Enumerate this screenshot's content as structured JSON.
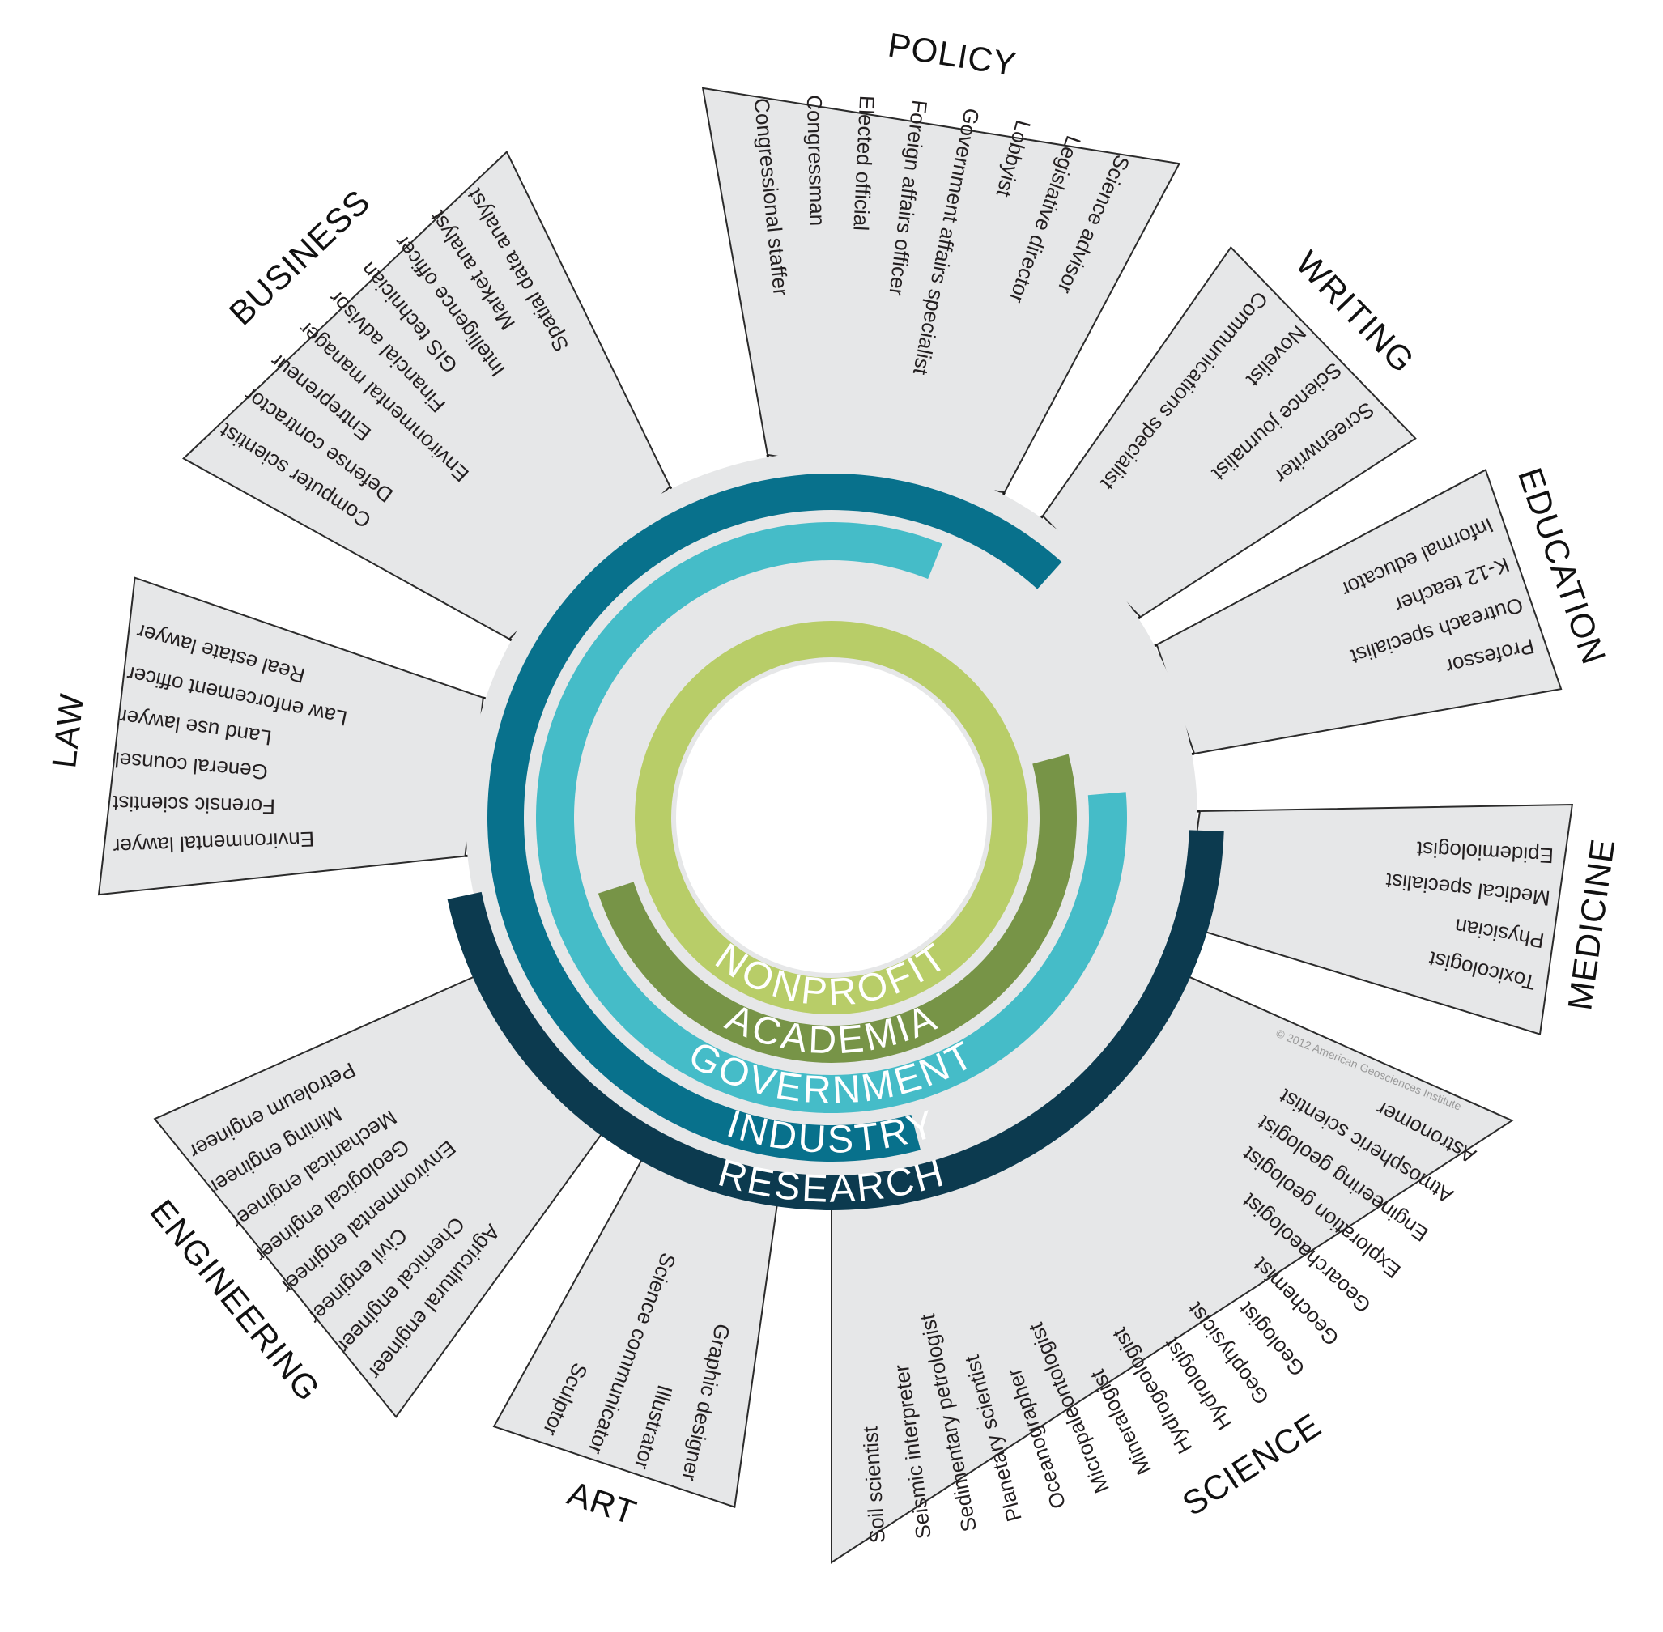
{
  "copyright": "© 2012 American Geosciences Institute",
  "colors": {
    "panel_fill": "#e6e7e8",
    "panel_stroke": "#2b2b2b",
    "research": "#0c3a4f",
    "industry": "#08718c",
    "government": "#45bcc8",
    "academia": "#779447",
    "nonprofit": "#b8cd68"
  },
  "rings": [
    {
      "id": "research",
      "label": "RESEARCH",
      "r_in": 442,
      "r_out": 485,
      "start": 92,
      "end": 258,
      "color": "#0c3a4f"
    },
    {
      "id": "industry",
      "label": "INDUSTRY",
      "r_in": 380,
      "r_out": 425,
      "start": 165,
      "end": 402,
      "color": "#08718c"
    },
    {
      "id": "government",
      "label": "GOVERNMENT",
      "r_in": 318,
      "r_out": 365,
      "start": 85,
      "end": 382,
      "color": "#45bcc8"
    },
    {
      "id": "academia",
      "label": "ACADEMIA",
      "r_in": 257,
      "r_out": 303,
      "start": 75,
      "end": 252,
      "color": "#779447"
    },
    {
      "id": "nonprofit",
      "label": "NONPROFIT",
      "r_in": 198,
      "r_out": 243,
      "start": 0,
      "end": 360,
      "color": "#b8cd68"
    }
  ],
  "sectors": [
    {
      "id": "policy",
      "title": "POLICY",
      "start": -10,
      "end": 28,
      "r_out": 915,
      "careers": [
        "Congressional staffer",
        "Congressman",
        "Elected official",
        "Foreign affairs officer",
        "Government affairs specialist",
        "Lobbyist",
        "Legislative director",
        "Science advisor"
      ]
    },
    {
      "id": "writing",
      "title": "WRITING",
      "start": 35,
      "end": 57,
      "r_out": 860,
      "careers": [
        "Communications specialist",
        "Novelist",
        "Science journalist",
        "Screenwriter"
      ]
    },
    {
      "id": "education",
      "title": "EDUCATION",
      "start": 62,
      "end": 80,
      "r_out": 915,
      "careers": [
        "Informal educator",
        "K-12 teacher",
        "Outreach specialist",
        "Professor"
      ]
    },
    {
      "id": "medicine",
      "title": "MEDICINE",
      "start": 89,
      "end": 107,
      "r_out": 915,
      "careers": [
        "Epidemiologist",
        "Medical specialist",
        "Physician",
        "Toxicologist"
      ]
    },
    {
      "id": "science",
      "title": "SCIENCE",
      "start": 114,
      "end": 180,
      "r_out": 920,
      "careers": [
        "Astronomer",
        "Atmospheric scientist",
        "Engineering geologist",
        "Exploration geologist",
        "Geoarchaeologist",
        "Geochemist",
        "Geologist",
        "Geophysicist",
        "Hydrologist",
        "Hydrogeologist",
        "Mineralogist",
        "Micropaleontologist",
        "Oceanographer",
        "Planetary scientist",
        "Sedimentary petrologist",
        "Seismic interpreter",
        "Soil scientist"
      ]
    },
    {
      "id": "art",
      "title": "ART",
      "start": 188,
      "end": 209,
      "r_out": 860,
      "careers": [
        "Graphic designer",
        "Illustrator",
        "Science communicator",
        "Sculptor"
      ]
    },
    {
      "id": "engineering",
      "title": "ENGINEERING",
      "start": 216,
      "end": 246,
      "r_out": 915,
      "careers": [
        "Agricultural engineer",
        "Chemical engineer",
        "Civil engineer",
        "Environmental engineer",
        "Geological engineer",
        "Mechanical engineer",
        "Mining engineer",
        "Petroleum engineer"
      ]
    },
    {
      "id": "law",
      "title": "LAW",
      "start": 264,
      "end": 289,
      "r_out": 910,
      "careers": [
        "Environmental lawyer",
        "Forensic scientist",
        "General counsel",
        "Land use lawyer",
        "Law enforcement officer",
        "Real estate lawyer"
      ]
    },
    {
      "id": "business",
      "title": "BUSINESS",
      "start": 299,
      "end": 334,
      "r_out": 915,
      "careers": [
        "Computer scientist",
        "Defense contractor",
        "Entrepreneur",
        "Environmental manager",
        "Financial advisor",
        "GIS technician",
        "Intelligence officer",
        "Market analyst",
        "Spatial data analyst"
      ]
    }
  ]
}
